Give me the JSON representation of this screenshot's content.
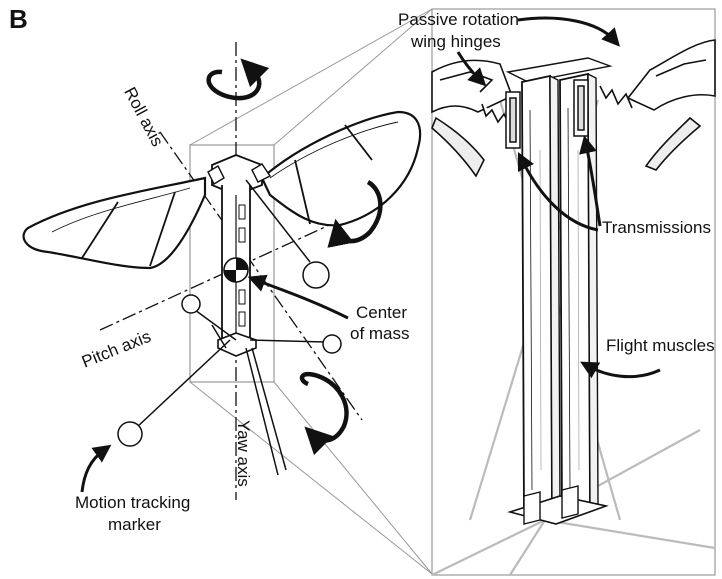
{
  "panel_label": "B",
  "axes": {
    "roll": "Roll axis",
    "pitch": "Pitch axis",
    "yaw": "Yaw axis"
  },
  "callouts": {
    "center_of_mass_line1": "Center",
    "center_of_mass_line2": "of mass",
    "motion_marker_line1": "Motion tracking",
    "motion_marker_line2": "marker",
    "hinges_line1": "Passive rotation",
    "hinges_line2": "wing hinges",
    "transmissions": "Transmissions",
    "flight_muscles": "Flight muscles"
  }
}
